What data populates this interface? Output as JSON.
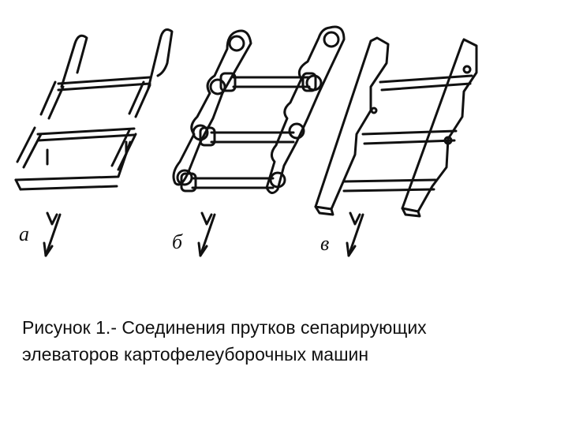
{
  "panels": [
    {
      "id": "a",
      "label": "а"
    },
    {
      "id": "b",
      "label": "б"
    },
    {
      "id": "c",
      "label": "в"
    }
  ],
  "caption": {
    "line1": "Рисунок 1.- Соединения прутков сепарирующих",
    "line2": "элеваторов картофелеуборочных машин"
  },
  "colors": {
    "ink": "#111111",
    "background": "#ffffff"
  }
}
